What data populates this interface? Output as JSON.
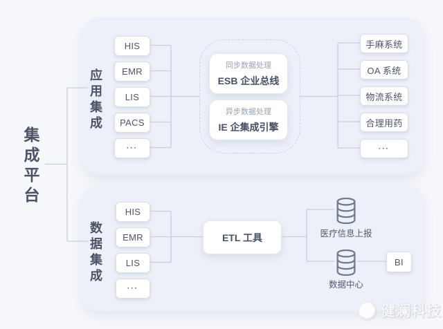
{
  "root_label": "集成平台",
  "colors": {
    "background": "#f6f8fb",
    "panel": "#edf0f8",
    "box_background": "#ffffff",
    "box_border": "#d9dee9",
    "connector_line": "#c7cedb",
    "text_primary": "#4b5468",
    "text_muted": "#99a2b4",
    "dashed_border": "#ccd3e1"
  },
  "app_integration": {
    "label": "应用集成",
    "sources": [
      "HIS",
      "EMR",
      "LIS",
      "PACS",
      "···"
    ],
    "middleware": {
      "esb": {
        "subtitle": "同步数据处理",
        "title": "ESB 企业总线"
      },
      "ie": {
        "subtitle": "异步数据处理",
        "title": "IE 企集成引擎"
      }
    },
    "targets": [
      "手麻系统",
      "OA 系统",
      "物流系统",
      "合理用药",
      "···"
    ]
  },
  "data_integration": {
    "label": "数据集成",
    "sources": [
      "HIS",
      "EMR",
      "LIS",
      "···"
    ],
    "etl_label": "ETL 工具",
    "outputs": [
      {
        "icon": "database-icon",
        "label": "医疗信息上报"
      },
      {
        "icon": "database-icon",
        "label": "数据中心"
      }
    ],
    "bi_label": "BI"
  },
  "watermark": {
    "logo": "company-logo",
    "text": "健澜科技"
  }
}
